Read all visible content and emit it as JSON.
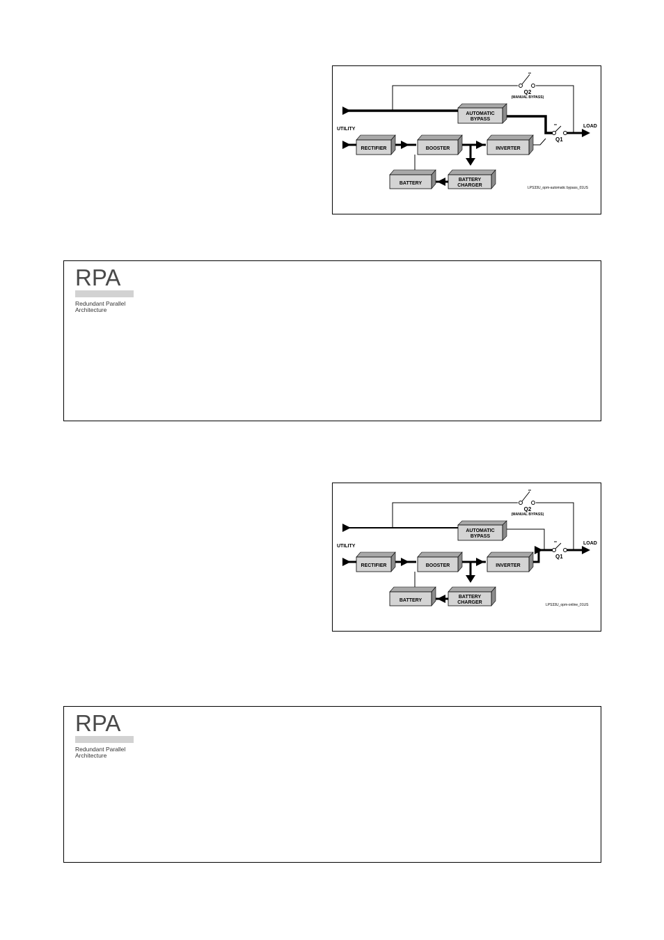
{
  "figures": [
    {
      "id": "automatic-bypass",
      "labels": {
        "utility": "UTILITY",
        "load": "LOAD",
        "q1": "Q1",
        "q2": "Q2",
        "manual_bypass": "(MANUAL BYPASS)",
        "automatic": "AUTOMATIC",
        "bypass": "BYPASS",
        "rectifier": "RECTIFIER",
        "booster": "BOOSTER",
        "inverter": "INVERTER",
        "battery": "BATTERY",
        "battery_charger_1": "BATTERY",
        "battery_charger_2": "CHARGER"
      },
      "caption": "LPS33U_opm-automatic bypass_01US",
      "active_path": "bypass"
    },
    {
      "id": "online",
      "labels": {
        "utility": "UTILITY",
        "load": "LOAD",
        "q1": "Q1",
        "q2": "Q2",
        "manual_bypass": "(MANUAL BYPASS)",
        "automatic": "AUTOMATIC",
        "bypass": "BYPASS",
        "rectifier": "RECTIFIER",
        "booster": "BOOSTER",
        "inverter": "INVERTER",
        "battery": "BATTERY",
        "battery_charger_1": "BATTERY",
        "battery_charger_2": "CHARGER"
      },
      "caption": "LPS33U_opm-online_01US",
      "active_path": "inverter"
    }
  ],
  "rpa": {
    "logo_text": "RPA",
    "subtitle_1": "Redundant Parallel",
    "subtitle_2": "Architecture"
  },
  "colors": {
    "block_front": "#d4d4d4",
    "block_side": "#8c8c8c",
    "line": "#000000"
  }
}
